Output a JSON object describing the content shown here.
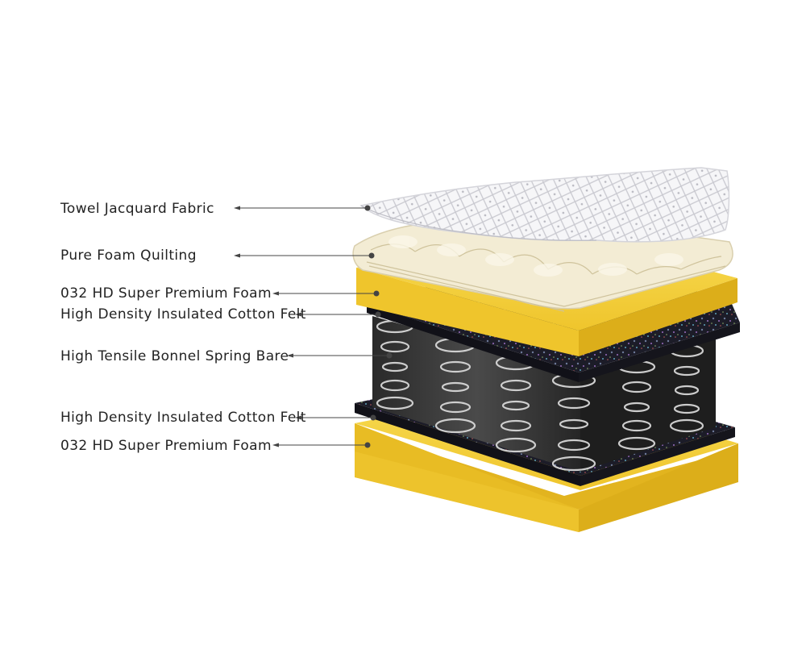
{
  "layers": [
    {
      "id": "fabric",
      "label": "Towel Jacquard Fabric"
    },
    {
      "id": "quilting",
      "label": "Pure Foam Quilting"
    },
    {
      "id": "foam-top",
      "label": "032 HD Super Premium Foam"
    },
    {
      "id": "felt-top",
      "label": "High Density Insulated Cotton Felt"
    },
    {
      "id": "springs",
      "label": "High Tensile Bonnel Spring Bare"
    },
    {
      "id": "felt-bottom",
      "label": "High Density Insulated Cotton Felt"
    },
    {
      "id": "foam-bottom",
      "label": "032 HD Super Premium Foam"
    }
  ],
  "colors": {
    "foam": "#f3cf38",
    "foam_side": "#e2b41f",
    "felt": "#1c1c28",
    "fabric": "#f4f4f6",
    "quilting": "#f3ecd4",
    "spring": "#d0d0d0",
    "label_text": "#222222",
    "leader_line": "#444444"
  }
}
